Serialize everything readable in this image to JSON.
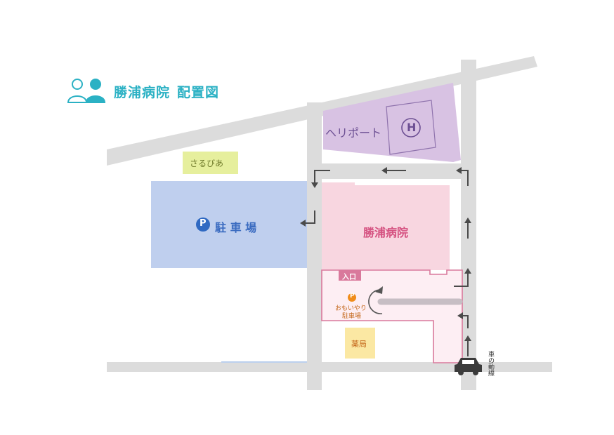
{
  "title": {
    "hospital": "勝浦病院",
    "suffix": "配置図",
    "icon": "people-icon"
  },
  "places": {
    "saruvia": "さるびあ",
    "heliport": "ヘリポート",
    "heliport_mark": "H",
    "parking": "駐 車 場",
    "parking_mark": "P",
    "hospital": "勝浦病院",
    "entrance": "入口",
    "omoiyari_mark": "P",
    "omoiyari_line1": "おもいやり",
    "omoiyari_line2": "駐車場",
    "pharmacy": "薬局",
    "car_route": "車の動線"
  },
  "colors": {
    "title": "#2bb1c4",
    "road": "#dcdcdc",
    "parking": "#bfcfee",
    "parking_text": "#3a6bc0",
    "heliport": "#d8c2e3",
    "heliport_text": "#6c4f93",
    "hospital": "#f8d6e0",
    "hospital_text": "#d55281",
    "entrance_zone": "#fdeef3",
    "entrance_border": "#d9799c",
    "saruvia": "#e6ef9d",
    "pharmacy": "#fbe8a3",
    "arrow": "#4a4a4a",
    "orange": "#f08c1a"
  },
  "icons": [
    "people-icon",
    "heliport-h-icon",
    "parking-p-icon",
    "omoiyari-parking-icon",
    "car-icon",
    "route-arrow-icon"
  ]
}
